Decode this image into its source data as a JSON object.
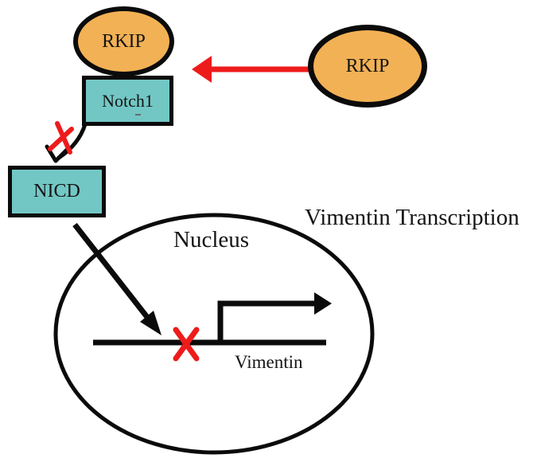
{
  "colors": {
    "orange": "#F2B155",
    "teal": "#72C7C5",
    "black": "#0b0b0b",
    "red": "#EE1B1B",
    "background": "#FFFFFF"
  },
  "nodes": {
    "rkip_bound": {
      "label": "RKIP"
    },
    "notch1": {
      "label": "Notch1"
    },
    "rkip_free": {
      "label": "RKIP"
    },
    "nicd": {
      "label": "NICD"
    }
  },
  "nucleus": {
    "label": "Nucleus",
    "gene_label": "Vimentin"
  },
  "annotations": {
    "transcription": "Vimentin Transcription"
  },
  "icons": {
    "inhibition_arrow": "red-arrow-icon",
    "block_marks": "red-x-icon",
    "transcription_start": "bent-arrow-icon"
  }
}
